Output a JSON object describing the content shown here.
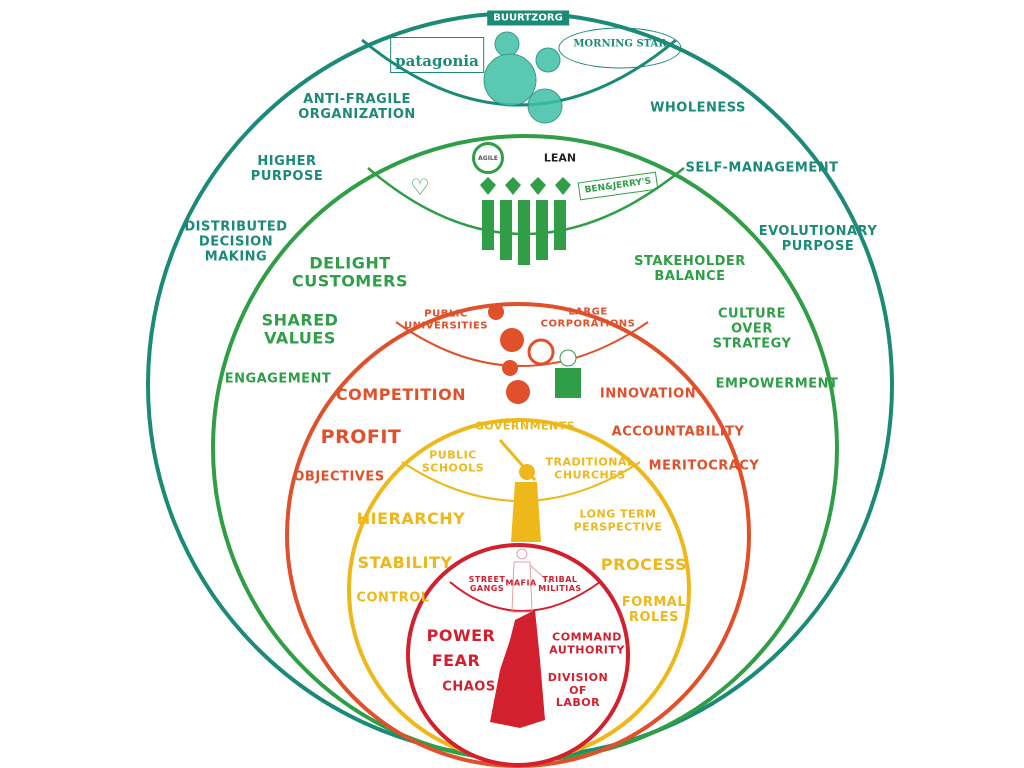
{
  "colors": {
    "teal": "#1b8a77",
    "green": "#2f9e47",
    "orange": "#e0502a",
    "yellow": "#eeb81a",
    "red": "#d3202e"
  },
  "teal_ring": {
    "logos": [
      "BUURTZORG",
      "patagonia",
      "MORNING STAR"
    ],
    "labels": [
      "ANTI-FRAGILE\nORGANIZATION",
      "WHOLENESS",
      "HIGHER\nPURPOSE",
      "SELF-MANAGEMENT",
      "DISTRIBUTED\nDECISION\nMAKING",
      "EVOLUTIONARY\nPURPOSE"
    ]
  },
  "green_ring": {
    "logos": [
      "AGILE",
      "LEAN",
      "BEN&JERRY'S"
    ],
    "labels": [
      "DELIGHT\nCUSTOMERS",
      "STAKEHOLDER\nBALANCE",
      "SHARED\nVALUES",
      "CULTURE\nOVER\nSTRATEGY",
      "ENGAGEMENT",
      "EMPOWERMENT"
    ]
  },
  "orange_ring": {
    "examples": [
      "PUBLIC\nUNIVERSITIES",
      "LARGE\nCORPORATIONS"
    ],
    "labels": [
      "COMPETITION",
      "INNOVATION",
      "PROFIT",
      "ACCOUNTABILITY",
      "OBJECTIVES",
      "MERITOCRACY"
    ]
  },
  "yellow_ring": {
    "examples": [
      "GOVERNMENTS",
      "PUBLIC\nSCHOOLS",
      "TRADITIONAL\nCHURCHES"
    ],
    "labels": [
      "HIERARCHY",
      "LONG TERM\nPERSPECTIVE",
      "STABILITY",
      "PROCESS",
      "CONTROL",
      "FORMAL\nROLES"
    ]
  },
  "red_ring": {
    "examples": [
      "STREET\nGANGS",
      "MAFIA",
      "TRIBAL\nMILITIAS"
    ],
    "labels": [
      "POWER",
      "FEAR",
      "CHAOS",
      "COMMAND\nAUTHORITY",
      "DIVISION\nOF\nLABOR"
    ]
  }
}
